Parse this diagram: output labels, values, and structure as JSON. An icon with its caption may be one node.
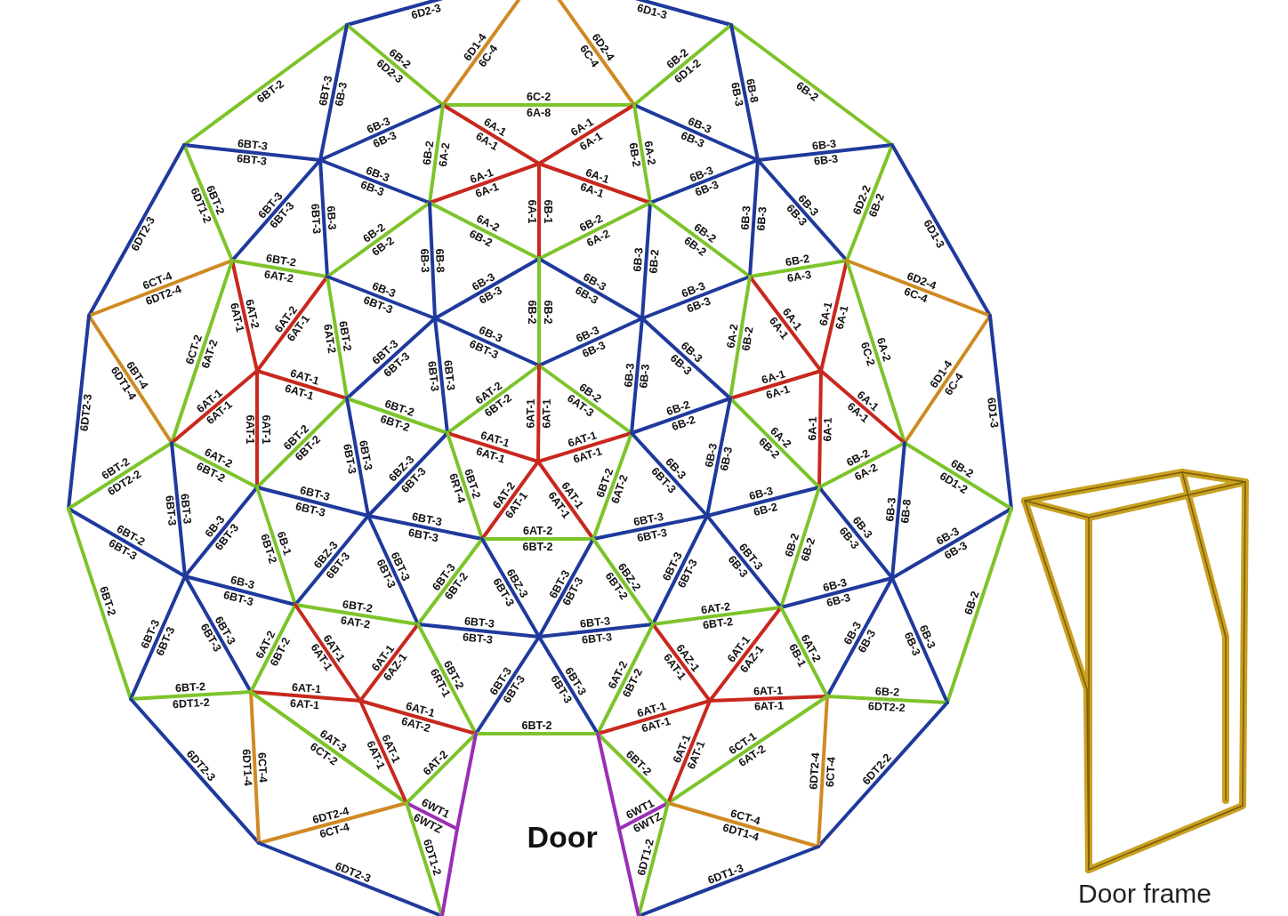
{
  "diagram": {
    "labels": [
      "6D2-3",
      "6D1-3",
      "6D1-4",
      "6C-4",
      "6C-4",
      "6D2-4",
      "6B-2",
      "6D2-3",
      "6B-2",
      "6D1-2",
      "6C-2",
      "6A-8",
      "6BT-2",
      "6B-2",
      "6B-3",
      "6BT-3",
      "6B-8",
      "6B-3",
      "6BT-3",
      "6BT-3",
      "6B-3",
      "6B-3",
      "6B-3",
      "6B-3",
      "6B-3",
      "6B-3",
      "6A-1",
      "6A-1",
      "6A-1",
      "6A-1",
      "6A-2",
      "6B-2",
      "6A-2",
      "6B-2",
      "6B-3",
      "6B-3",
      "6B-3",
      "6B-3",
      "6A-1",
      "6A-1",
      "6A-1",
      "6A-1",
      "6B-1",
      "6A-1",
      "6A-2",
      "6B-2",
      "6A-2",
      "6B-2",
      "6BT-2",
      "6DT1-2",
      "6DT2-3",
      "6BT-3",
      "6BT-3",
      "6B-3",
      "6BT-3",
      "6B-2",
      "6B-2",
      "6B-8",
      "6B-3",
      "6B-2",
      "6B-3",
      "6B-2",
      "6B-2",
      "6B-3",
      "6B-3",
      "6B-3",
      "6B-3",
      "6B-2",
      "6D2-2",
      "6D1-3",
      "6B-3",
      "6B-3",
      "6B-3",
      "6B-3",
      "6B-2",
      "6B-2",
      "6BT-2",
      "6AT-2",
      "6DT2-4",
      "6CT-4",
      "6AT-2",
      "6AT-1",
      "6AT-2",
      "6CT-2",
      "6AT-1",
      "6AT-2",
      "6BT-2",
      "6AT-2",
      "6B-3",
      "6BT-3",
      "6B-3",
      "6BT-3",
      "6B-3",
      "6B-3",
      "6B-3",
      "6B-3",
      "6B-2",
      "6A-3",
      "6A-1",
      "6A-1",
      "6B-2",
      "6A-2",
      "6A-1",
      "6A-1",
      "6A-2",
      "6C-2",
      "6D2-4",
      "6C-4",
      "6BT-4",
      "6DT1-4",
      "6DT2-3",
      "6C-4",
      "6D1-4",
      "6D1-3",
      "6AT-1",
      "6AT-1",
      "6AT-1",
      "6AT-1",
      "6AT-1",
      "6AT-1",
      "6BT-3",
      "6BT-3",
      "6BT-3",
      "6BT-3",
      "6BT-2",
      "6AT-2",
      "6B-2",
      "6AT-3",
      "6AT-1",
      "6AT-1",
      "6B-3",
      "6B-3",
      "6B-3",
      "6B-3",
      "6A-1",
      "6A-1",
      "6A-1",
      "6A-1",
      "6A-1",
      "6A-1",
      "6BT-2",
      "6BT-2",
      "6BT-2",
      "6BT-2",
      "6BT-3",
      "6BT-3",
      "6B-2",
      "6B-2",
      "6A-2",
      "6B-2",
      "6B-3",
      "6B-3",
      "6A-2",
      "6B-2",
      "6B-2",
      "6D1-2",
      "6B-8",
      "6B-3",
      "6AT-2",
      "6BT-2",
      "6DT2-2",
      "6BT-2",
      "6BT-3",
      "6BT-3",
      "6AT-1",
      "6AT-1",
      "6AT-1",
      "6AT-1",
      "6BT-3",
      "6BZ-3",
      "6BT-2",
      "6RT-4",
      "6AT-1",
      "6AT-2",
      "6AT-1",
      "6AT-1",
      "6AT-2",
      "6BT-2",
      "6B-3",
      "6BT-3",
      "6BT-3",
      "6BT-3",
      "6BT-3",
      "6B-3",
      "6B-1",
      "6BT-2",
      "6B-2",
      "6B-3",
      "6B-3",
      "6B-3",
      "6B-2",
      "6B-2",
      "6B-3",
      "6B-3",
      "6BT-2",
      "6BT-3",
      "6BT-2",
      "6B-2",
      "6BT-3",
      "6BT-3",
      "6BT-3",
      "6BT-3",
      "6AT-2",
      "6BT-2",
      "6BT-3",
      "6BZ-3",
      "6BT-3",
      "6BT-3",
      "6BT-3",
      "6BT-3",
      "6BT-3",
      "6B-3",
      "6B-3",
      "6B-3",
      "6B-3",
      "6B-3",
      "6B-3",
      "6B-3",
      "6B-3",
      "6BT-3",
      "6BT-3",
      "6BT-3",
      "6BT-3",
      "6BT-3",
      "6BT-2",
      "6BT-3",
      "6BZ-3",
      "6BT-3",
      "6BT-3",
      "6BT-3",
      "6BZ-2",
      "6BT-2",
      "6BT-2",
      "6AT-2",
      "6BT-2",
      "6AT-2",
      "6BT-2",
      "6AT-2",
      "6AT-1",
      "6AT-1",
      "6AZ-1",
      "6AT-1",
      "6AT-2",
      "6B-1",
      "6AZ-1",
      "6AT-1",
      "6AZ-1",
      "6AT-1",
      "6BT-3",
      "6BT-3",
      "6BT-3",
      "6BT-3",
      "6BT-2",
      "6RT-1",
      "6BT-2",
      "6AT-2",
      "6BT-3",
      "6BT-3",
      "6BT-3",
      "6BT-3",
      "6BT-2",
      "6DT1-2",
      "6AT-1",
      "6AT-1",
      "6AT-1",
      "6AT-1",
      "6B-2",
      "6DT2-2",
      "6AT-1",
      "6AT-2",
      "6AT-1",
      "6AT-1",
      "6BT-2",
      "6DT2-3",
      "6DT2-2",
      "6CT-4",
      "6DT1-4",
      "6CT-4",
      "6DT2-4",
      "6AT-3",
      "6CT-2",
      "6AT-2",
      "6CT-1",
      "6AT-1",
      "6AT-1",
      "6AT-1",
      "6AT-1",
      "6AT-2",
      "6BT-2",
      "6WT1",
      "6WTZ",
      "6WTZ",
      "6WT1",
      "6CT-4",
      "6DT2-4",
      "6CT-4",
      "6DT1-4",
      "6DT2-3",
      "6DT1-3",
      "6DT1-2",
      "6DT1-2",
      "Door",
      "Door frame"
    ]
  }
}
